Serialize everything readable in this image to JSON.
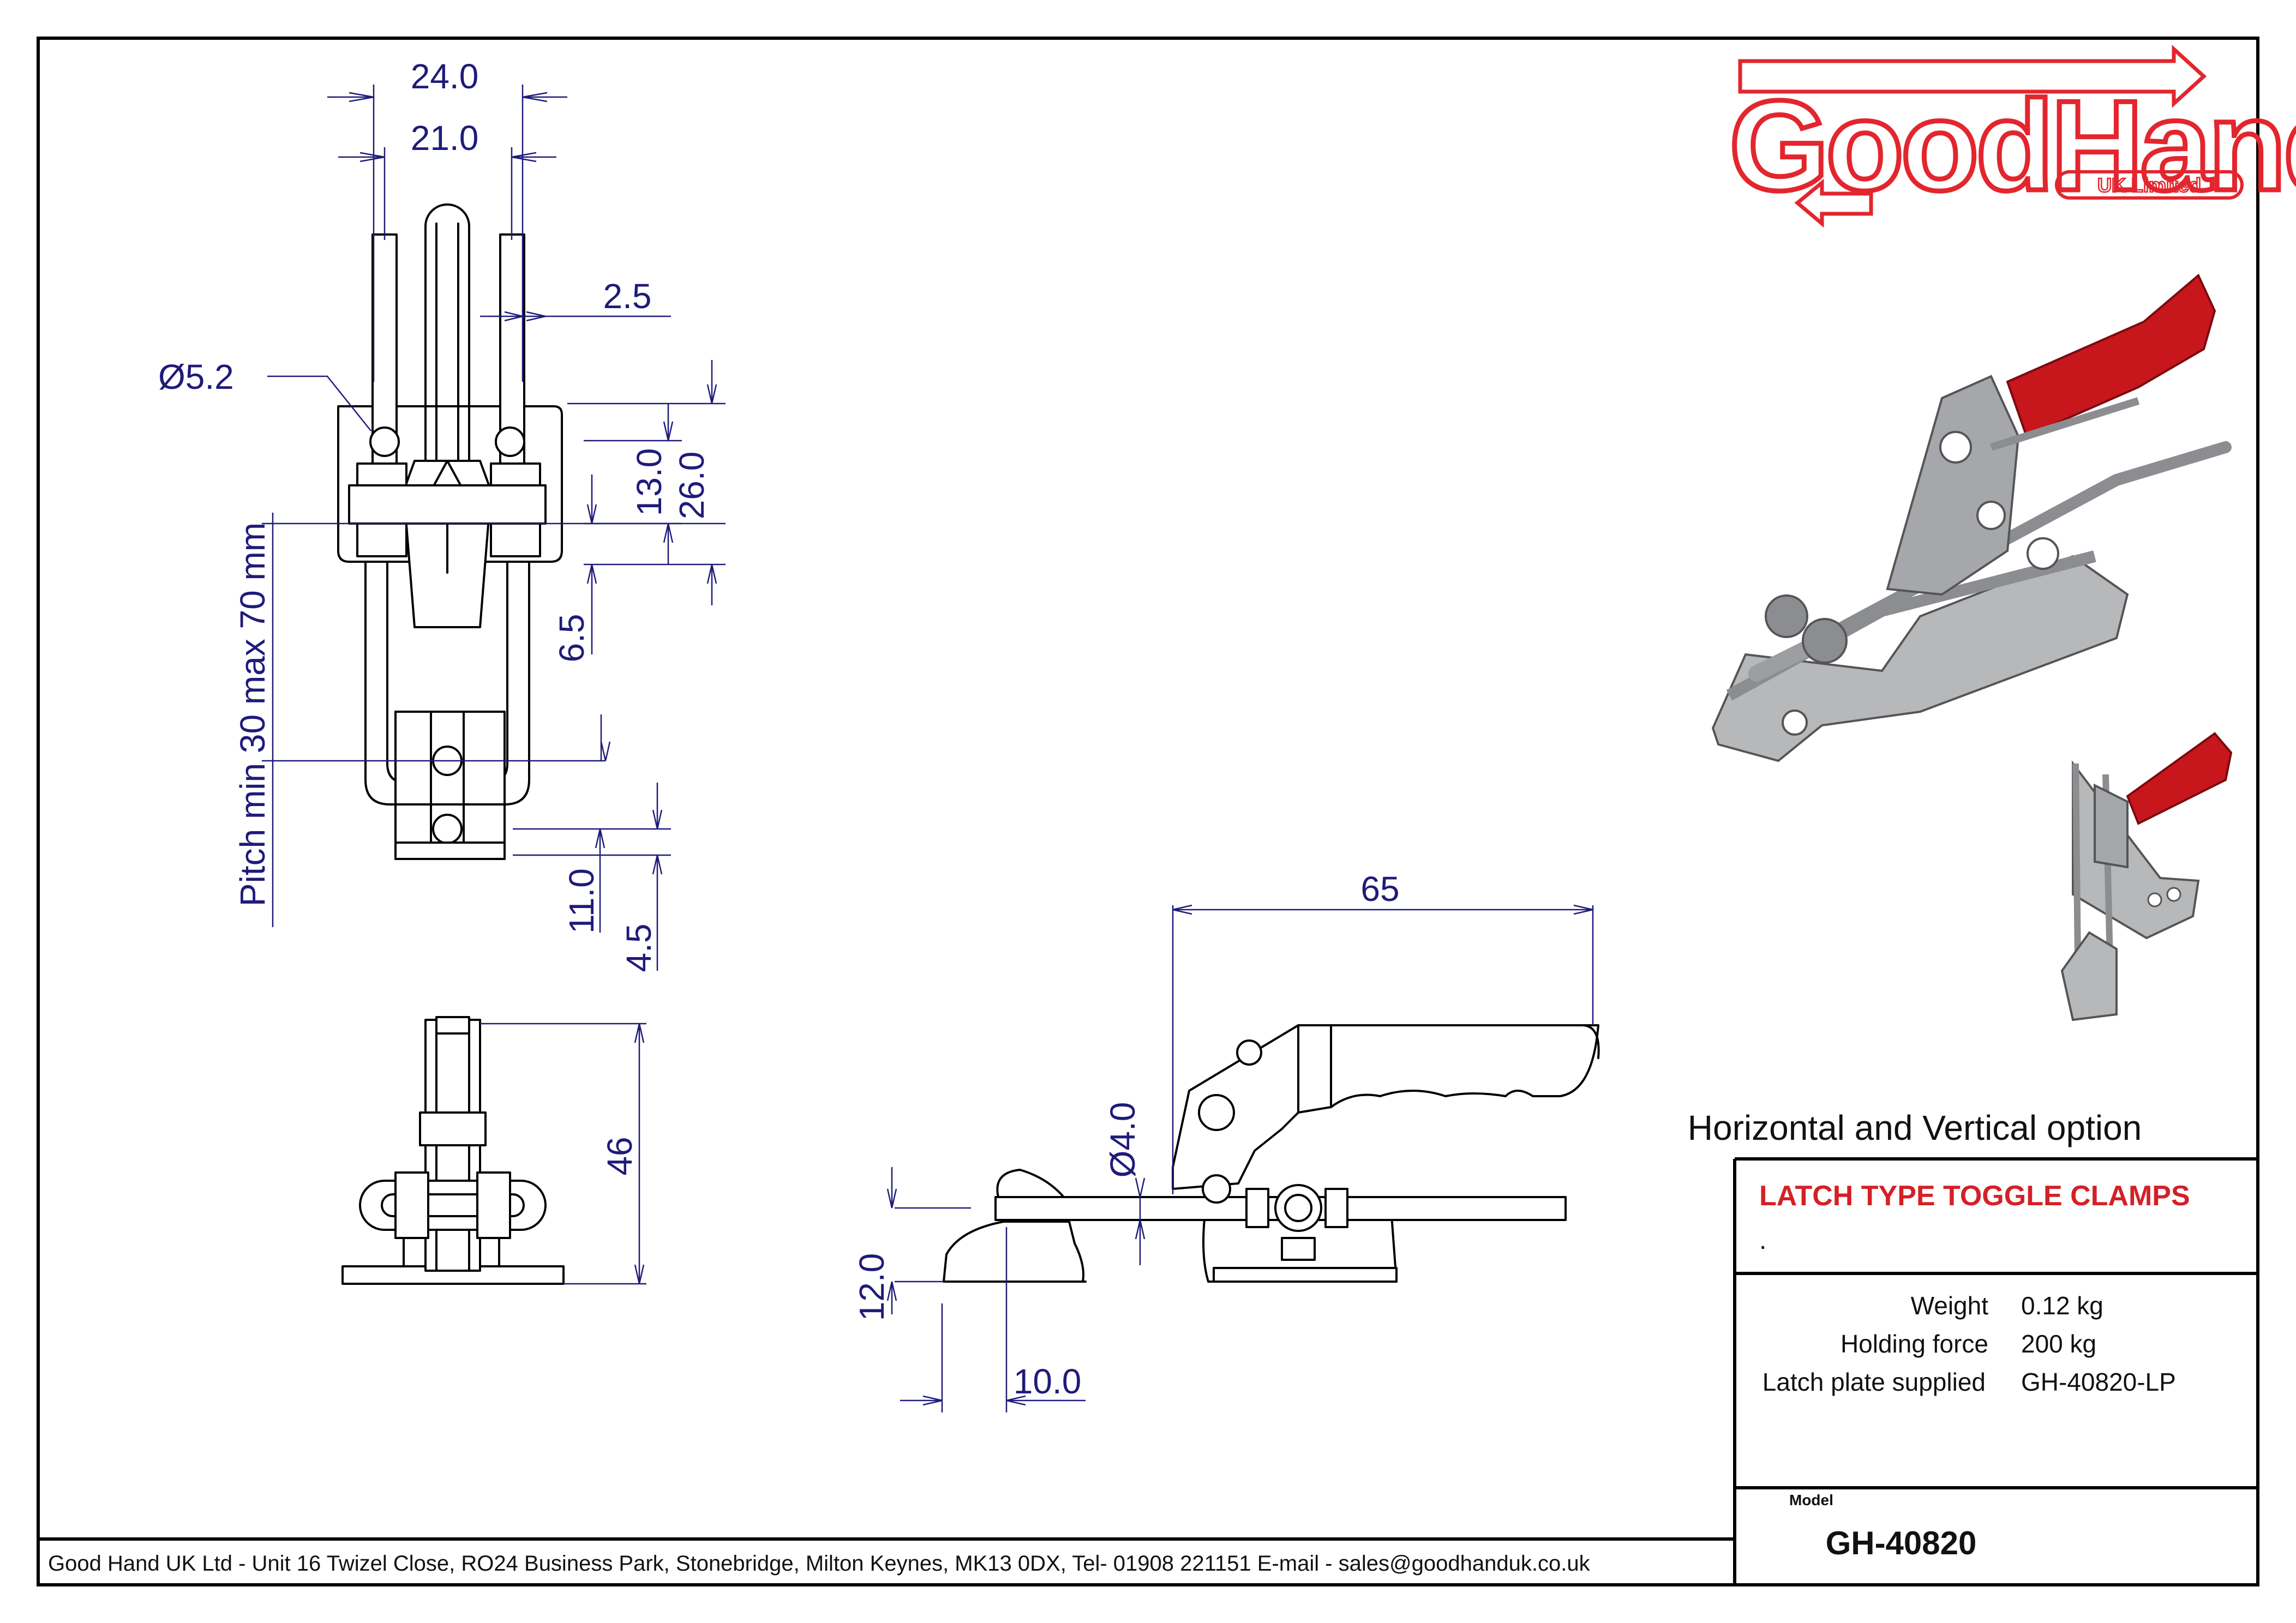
{
  "logo": {
    "text": "GoodHand",
    "subtext": "UK Limited",
    "color": "#e3262e"
  },
  "dimensions": {
    "width_outer": "24.0",
    "width_inner": "21.0",
    "slot": "2.5",
    "hole_dia": "Ø5.2",
    "hole_offset": "13.0",
    "height_base": "26.0",
    "offset_a": "6.5",
    "pitch": "Pitch min 30 max 70 mm",
    "offset_b": "11.0",
    "offset_c": "4.5",
    "height_side": "46",
    "length": "65",
    "pin_dia": "Ø4.0",
    "plate_height": "12.0",
    "plate_offset": "10.0"
  },
  "option_text": "Horizontal and Vertical option",
  "title_block": {
    "product_title": "LATCH TYPE TOGGLE CLAMPS",
    "product_title_color": "#d42027",
    "subtitle": ".",
    "specs": [
      {
        "label": "Weight",
        "value": "0.12 kg"
      },
      {
        "label": "Holding force",
        "value": "200 kg"
      },
      {
        "label": "Latch plate supplied",
        "value": "GH-40820-LP"
      }
    ],
    "model_label": "Model",
    "model": "GH-40820"
  },
  "footer": "Good Hand UK Ltd  - Unit 16 Twizel Close, RO24 Business Park, Stonebridge, Milton Keynes, MK13 0DX,  Tel- 01908 221151  E-mail - sales@goodhanduk.co.uk",
  "colors": {
    "dimension_ink": "#1f1b7a",
    "handle_red": "#c8161d",
    "metal": "#9a9a9c"
  }
}
